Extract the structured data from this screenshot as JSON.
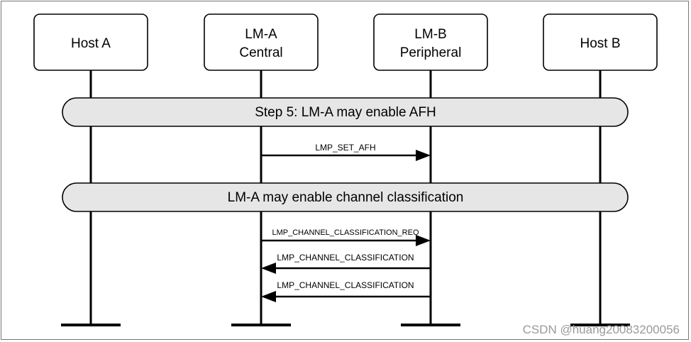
{
  "diagram": {
    "participants": [
      {
        "id": "host_a",
        "lines": [
          "Host A"
        ]
      },
      {
        "id": "lm_a",
        "lines": [
          "LM-A",
          "Central"
        ]
      },
      {
        "id": "lm_b",
        "lines": [
          "LM-B",
          "Peripheral"
        ]
      },
      {
        "id": "host_b",
        "lines": [
          "Host B"
        ]
      }
    ],
    "bands": [
      {
        "label": "Step 5: LM-A may enable AFH"
      },
      {
        "label": "LM-A may enable channel classification"
      }
    ],
    "messages": [
      {
        "label": "LMP_SET_AFH",
        "from": "lm_a",
        "to": "lm_b"
      },
      {
        "label": "LMP_CHANNEL_CLASSIFICATION_REQ",
        "from": "lm_a",
        "to": "lm_b"
      },
      {
        "label": "LMP_CHANNEL_CLASSIFICATION",
        "from": "lm_b",
        "to": "lm_a"
      },
      {
        "label": "LMP_CHANNEL_CLASSIFICATION",
        "from": "lm_b",
        "to": "lm_a"
      }
    ]
  },
  "watermark": "CSDN @huang20083200056",
  "colors": {
    "band_fill": "#e6e6e6",
    "line": "#000000",
    "watermark": "#9a9a9a"
  }
}
